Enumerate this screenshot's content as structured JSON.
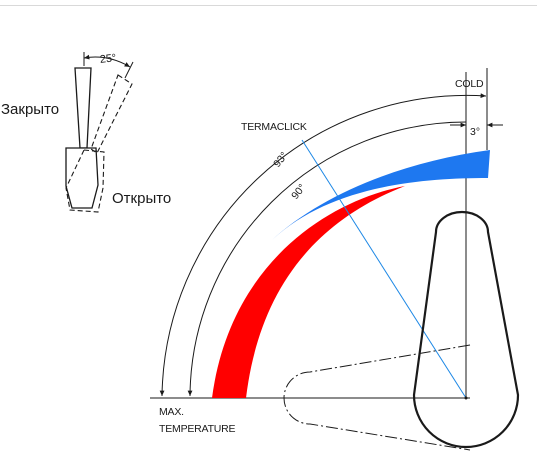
{
  "diagram": {
    "lever_detail": {
      "angle_label": "25°",
      "closed_label": "Закрыто",
      "open_label": "Открыто"
    },
    "dial": {
      "cold_label": "COLD",
      "cold_offset_label": "3°",
      "termaclick_label": "TERMACLICK",
      "angle_93_label": "93°",
      "angle_90_label": "90°",
      "max_temperature_label": "MAX.",
      "max_temperature_label_line2": "TEMPERATURE"
    },
    "colors": {
      "cold_arc": "#1e78f0",
      "hot_arc": "#ff0000",
      "termaclick_line": "#1e88e5",
      "outline": "#1a1a1a"
    }
  }
}
